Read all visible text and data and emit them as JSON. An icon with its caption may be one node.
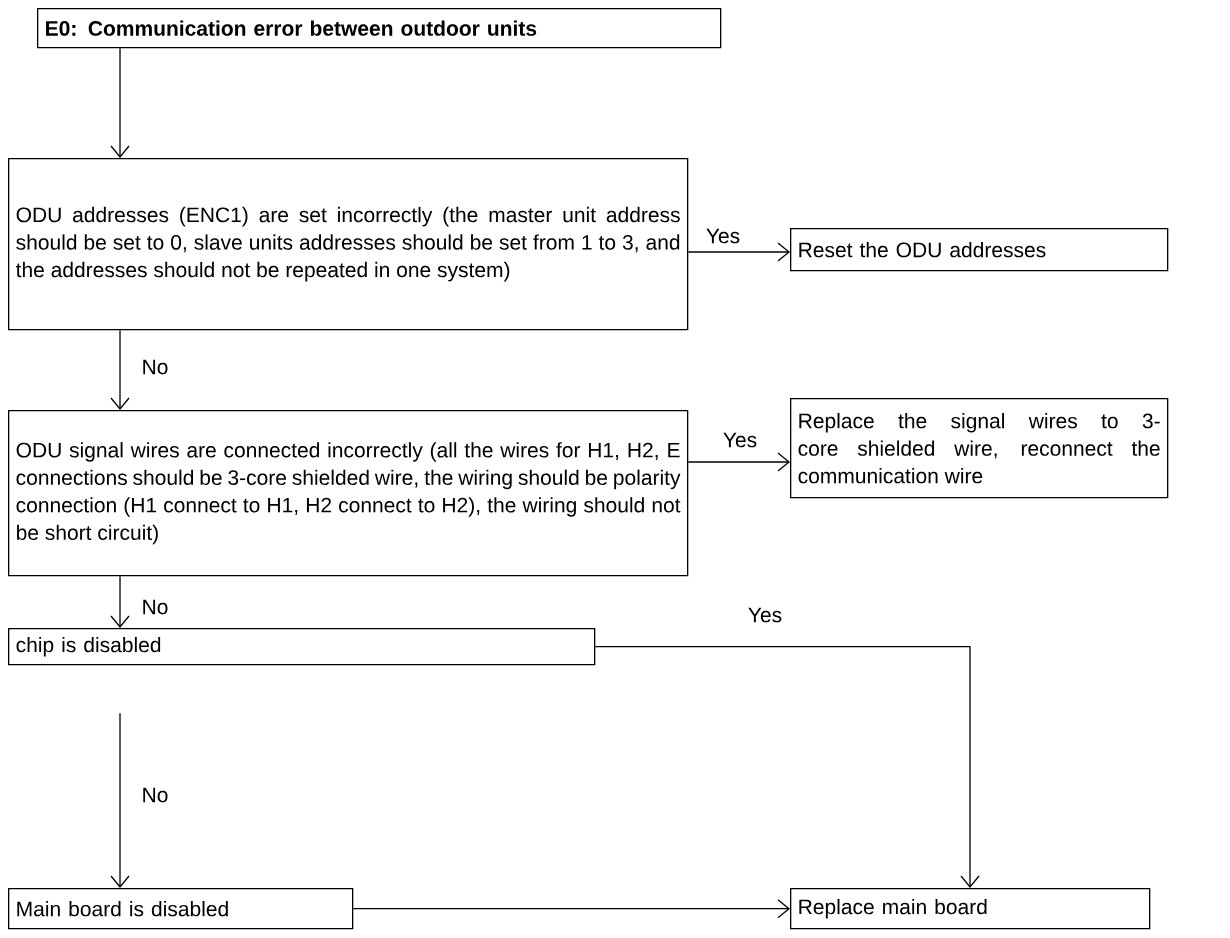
{
  "diagram": {
    "nodes": [
      {
        "text": [
          "E0: Communication error between outdoor units"
        ]
      },
      {
        "text": [
          "ODU addresses (ENC1) are set incorrectly (the master unit address should be set to 0, slave units addresses should be set from 1 to 3, and the addresses should not be repeated in one system)"
        ]
      },
      {
        "text": [
          "Reset the ODU addresses"
        ]
      },
      {
        "text": [
          "ODU signal wires are connected incorrectly (all the wires for H1, H2, E connections should be 3-core shielded wire, the wiring should be polarity connection (H1 connect to H1, H2 connect to H2), the wiring should not be short circuit)"
        ]
      },
      {
        "text": [
          "Replace the signal wires to 3-core shielded wire, reconnect the communication wire"
        ]
      },
      {
        "text": [
          "chip is disabled"
        ]
      },
      {
        "text": [
          "Main board is disabled"
        ]
      },
      {
        "text": [
          "Replace main board"
        ]
      }
    ],
    "edges": [
      {
        "from": 0,
        "to": 1,
        "arrow": "to"
      },
      {
        "from": 1,
        "to": 2,
        "arrow": "to",
        "label": "Yes"
      },
      {
        "from": 1,
        "to": 3,
        "arrow": "to",
        "label": "No"
      },
      {
        "from": 3,
        "to": 4,
        "arrow": "to",
        "label": "Yes"
      },
      {
        "from": 3,
        "to": 5,
        "arrow": "to",
        "label": "No"
      },
      {
        "from": 5,
        "to": 7,
        "arrow": "to",
        "label": "Yes"
      },
      {
        "from": 5,
        "to": 6,
        "arrow": "to",
        "label": "No"
      },
      {
        "from": 6,
        "to": 7,
        "arrow": "to"
      }
    ]
  }
}
